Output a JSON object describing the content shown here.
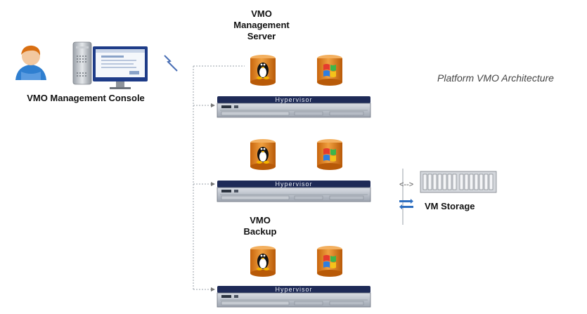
{
  "caption": "Platform VMO Architecture",
  "console": {
    "label": "VMO Management Console"
  },
  "management_server": {
    "label_lines": [
      "VMO",
      "Management",
      "Server"
    ]
  },
  "backup": {
    "label_lines": [
      "VMO",
      "Backup"
    ]
  },
  "storage": {
    "label": "VM Storage",
    "arrow_text": "<-->"
  },
  "hypervisor_label": "Hypervisor",
  "colors": {
    "hypervisor_bar": "#1e2a57",
    "vm_orange": "#e88a1c",
    "line_gray": "#9aa0a8"
  },
  "icons": [
    "user-icon",
    "computer-tower-icon",
    "monitor-icon",
    "lightning-link-icon",
    "linux-vm-icon",
    "windows-vm-icon",
    "server-rack-icon",
    "storage-array-icon"
  ]
}
